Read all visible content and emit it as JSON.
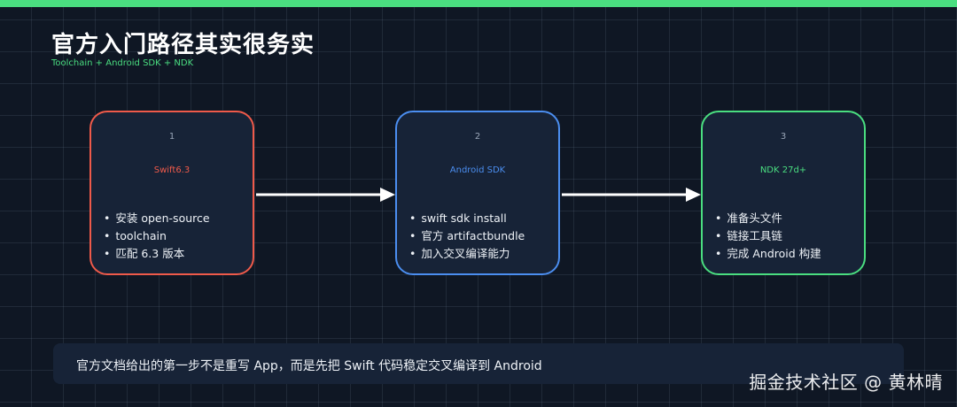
{
  "title": "官方入门路径其实很务实",
  "subtitle": "Toolchain + Android SDK + NDK",
  "steps": [
    {
      "num": "1",
      "name": "Swift6.3",
      "color": "#ef5a4a",
      "items": [
        "安装 open-source",
        "toolchain",
        "匹配 6.3 版本"
      ]
    },
    {
      "num": "2",
      "name": "Android SDK",
      "color": "#4b8ef0",
      "items": [
        "swift sdk install",
        "官方 artifactbundle",
        "加入交叉编译能力"
      ]
    },
    {
      "num": "3",
      "name": "NDK 27d+",
      "color": "#4ade80",
      "items": [
        "准备头文件",
        "链接工具链",
        "完成 Android 构建"
      ]
    }
  ],
  "note": "官方文档给出的第一步不是重写 App，而是先把 Swift 代码稳定交叉编译到 Android",
  "watermark": "掘金技术社区 @ 黄林晴"
}
